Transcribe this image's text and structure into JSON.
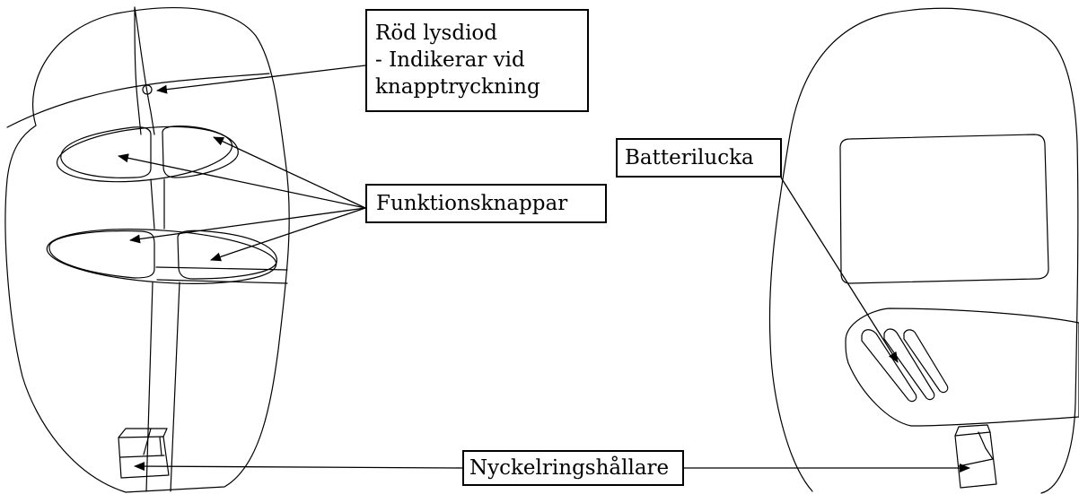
{
  "diagram": {
    "labels": {
      "led_line1": "Röd lysdiod",
      "led_line2": "- Indikerar vid",
      "led_line3": "knapptryckning",
      "function_buttons": "Funktionsknappar",
      "battery_cover": "Batterilucka",
      "keyring_holder": "Nyckelringshållare"
    },
    "colors": {
      "line": "#000000",
      "background": "#ffffff"
    }
  }
}
